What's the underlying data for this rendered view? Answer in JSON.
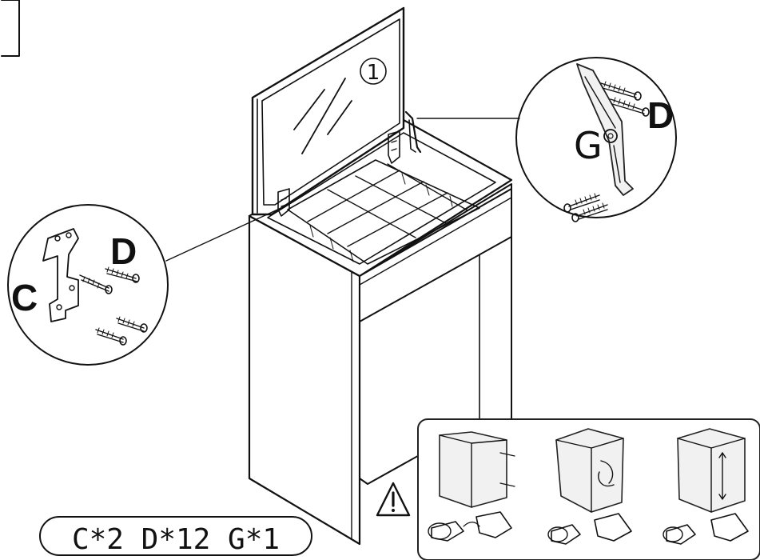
{
  "step_number": "1",
  "parts_count_text": "C*2 D*12 G*1",
  "callouts": {
    "hinge_part_label": "C",
    "hinge_screw_label": "D",
    "stay_part_label": "G",
    "stay_screw_label": "D"
  },
  "warning_icon": "warning-triangle-icon",
  "hinge_adjust_icons": [
    "cabinet-depth-adjust-icon",
    "cabinet-rotate-adjust-icon",
    "cabinet-height-adjust-icon"
  ]
}
